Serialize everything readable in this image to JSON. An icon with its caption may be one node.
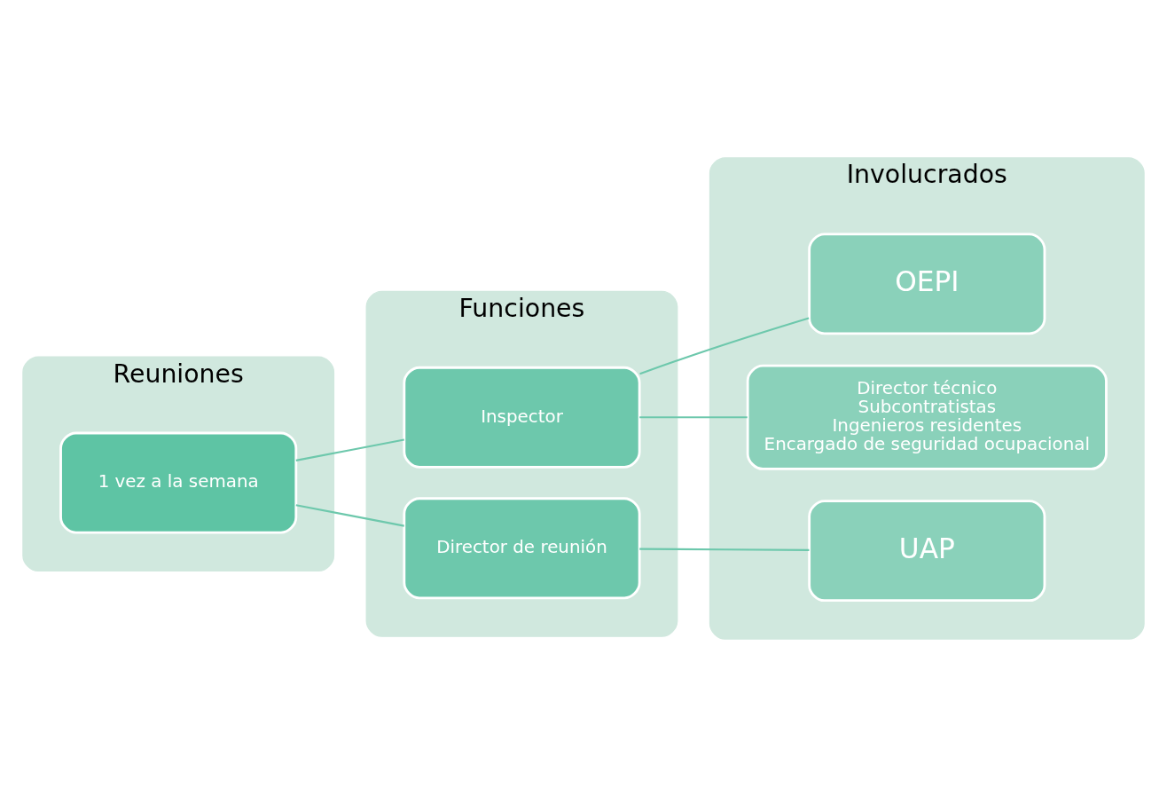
{
  "diagram": {
    "nodes": [
      {
        "text": [
          "Reuniones"
        ]
      },
      {
        "text": [
          "Funciones"
        ]
      },
      {
        "text": [
          "Involucrados"
        ]
      },
      {
        "text": [
          "1 vez a la semana"
        ],
        "in": 0
      },
      {
        "text": [
          "Inspector"
        ],
        "in": 1
      },
      {
        "text": [
          "Director de reunión"
        ],
        "in": 1
      },
      {
        "text": [
          "OEPI"
        ],
        "in": 2
      },
      {
        "text": [
          "Director técnico",
          "Subcontratistas",
          "Ingenieros residentes",
          "Encargado de seguridad ocupacional"
        ],
        "in": 2
      },
      {
        "text": [
          "UAP"
        ],
        "in": 2
      }
    ],
    "edges": [
      {
        "from": 3,
        "to": 4,
        "arrow": "none"
      },
      {
        "from": 3,
        "to": 5,
        "arrow": "none"
      },
      {
        "from": 4,
        "to": 6,
        "arrow": "none"
      },
      {
        "from": 4,
        "to": 7,
        "arrow": "none"
      },
      {
        "from": 5,
        "to": 8,
        "arrow": "none"
      }
    ]
  }
}
